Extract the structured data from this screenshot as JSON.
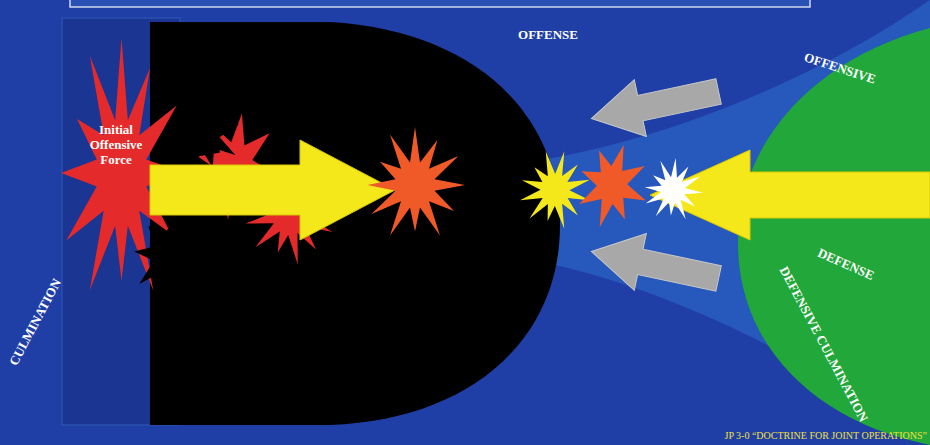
{
  "diagram": {
    "nodes": [
      {
        "text": [
          "CULMINATION"
        ]
      },
      {
        "text": [
          "Initial Offensive Force"
        ]
      },
      {
        "text": [
          "OFFENSE"
        ]
      },
      {
        "text": [
          "OFFENSIVE",
          "DEFENSE",
          "DEFENSIVE CULMINATION"
        ]
      }
    ],
    "labels": [
      "JP 3-0 “DOCTRINE FOR JOINT OPERATIONS”"
    ]
  }
}
